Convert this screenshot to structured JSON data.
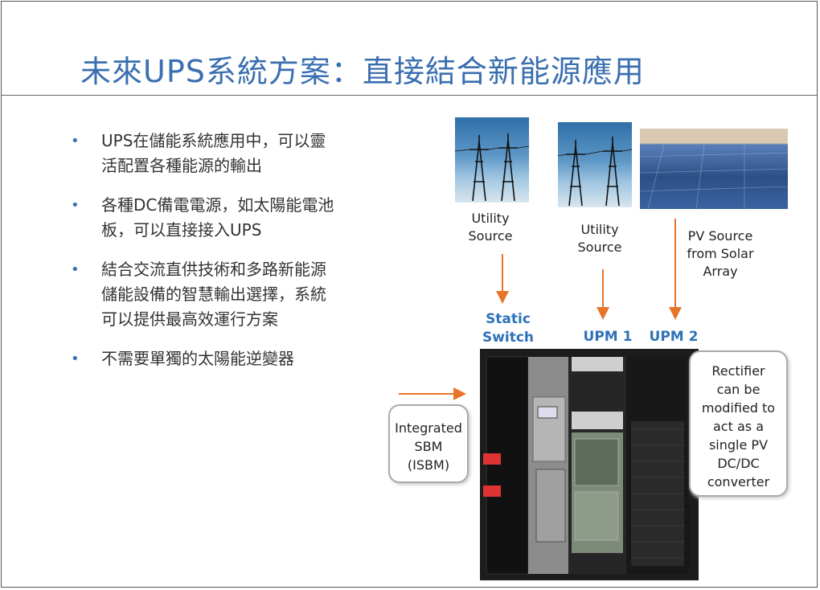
{
  "slide": {
    "title": "未來UPS系統方案：直接結合新能源應用"
  },
  "bullets": [
    {
      "lines": [
        "UPS在儲能系統應用中，可以靈",
        "活配置各種能源的輸出"
      ]
    },
    {
      "lines": [
        "各種DC備電電源，如太陽能電池",
        "板，可以直接接入UPS"
      ]
    },
    {
      "lines": [
        "結合交流直供技術和多路新能源",
        "儲能設備的智慧輸出選擇，系統",
        "可以提供最高效運行方案"
      ]
    },
    {
      "lines": [
        "不需要單獨的太陽能逆變器"
      ]
    }
  ],
  "diagram": {
    "sources": [
      {
        "lines": [
          "Utility",
          "Source"
        ]
      },
      {
        "lines": [
          "Utility",
          "Source"
        ]
      },
      {
        "lines": [
          "PV Source",
          "from Solar",
          "Array"
        ]
      }
    ],
    "modules": {
      "static_switch": [
        "Static",
        "Switch"
      ],
      "upm1": "UPM 1",
      "upm2": "UPM 2"
    },
    "callouts": {
      "isbm": [
        "Integrated",
        "SBM",
        "(ISBM)"
      ],
      "rectifier": [
        "Rectifier",
        "can be",
        "modified to",
        "act as a",
        "single PV",
        "DC/DC",
        "converter"
      ]
    },
    "colors": {
      "arrow": "#e8742a",
      "accent": "#2d72b8",
      "title": "#3a6fb0"
    }
  }
}
